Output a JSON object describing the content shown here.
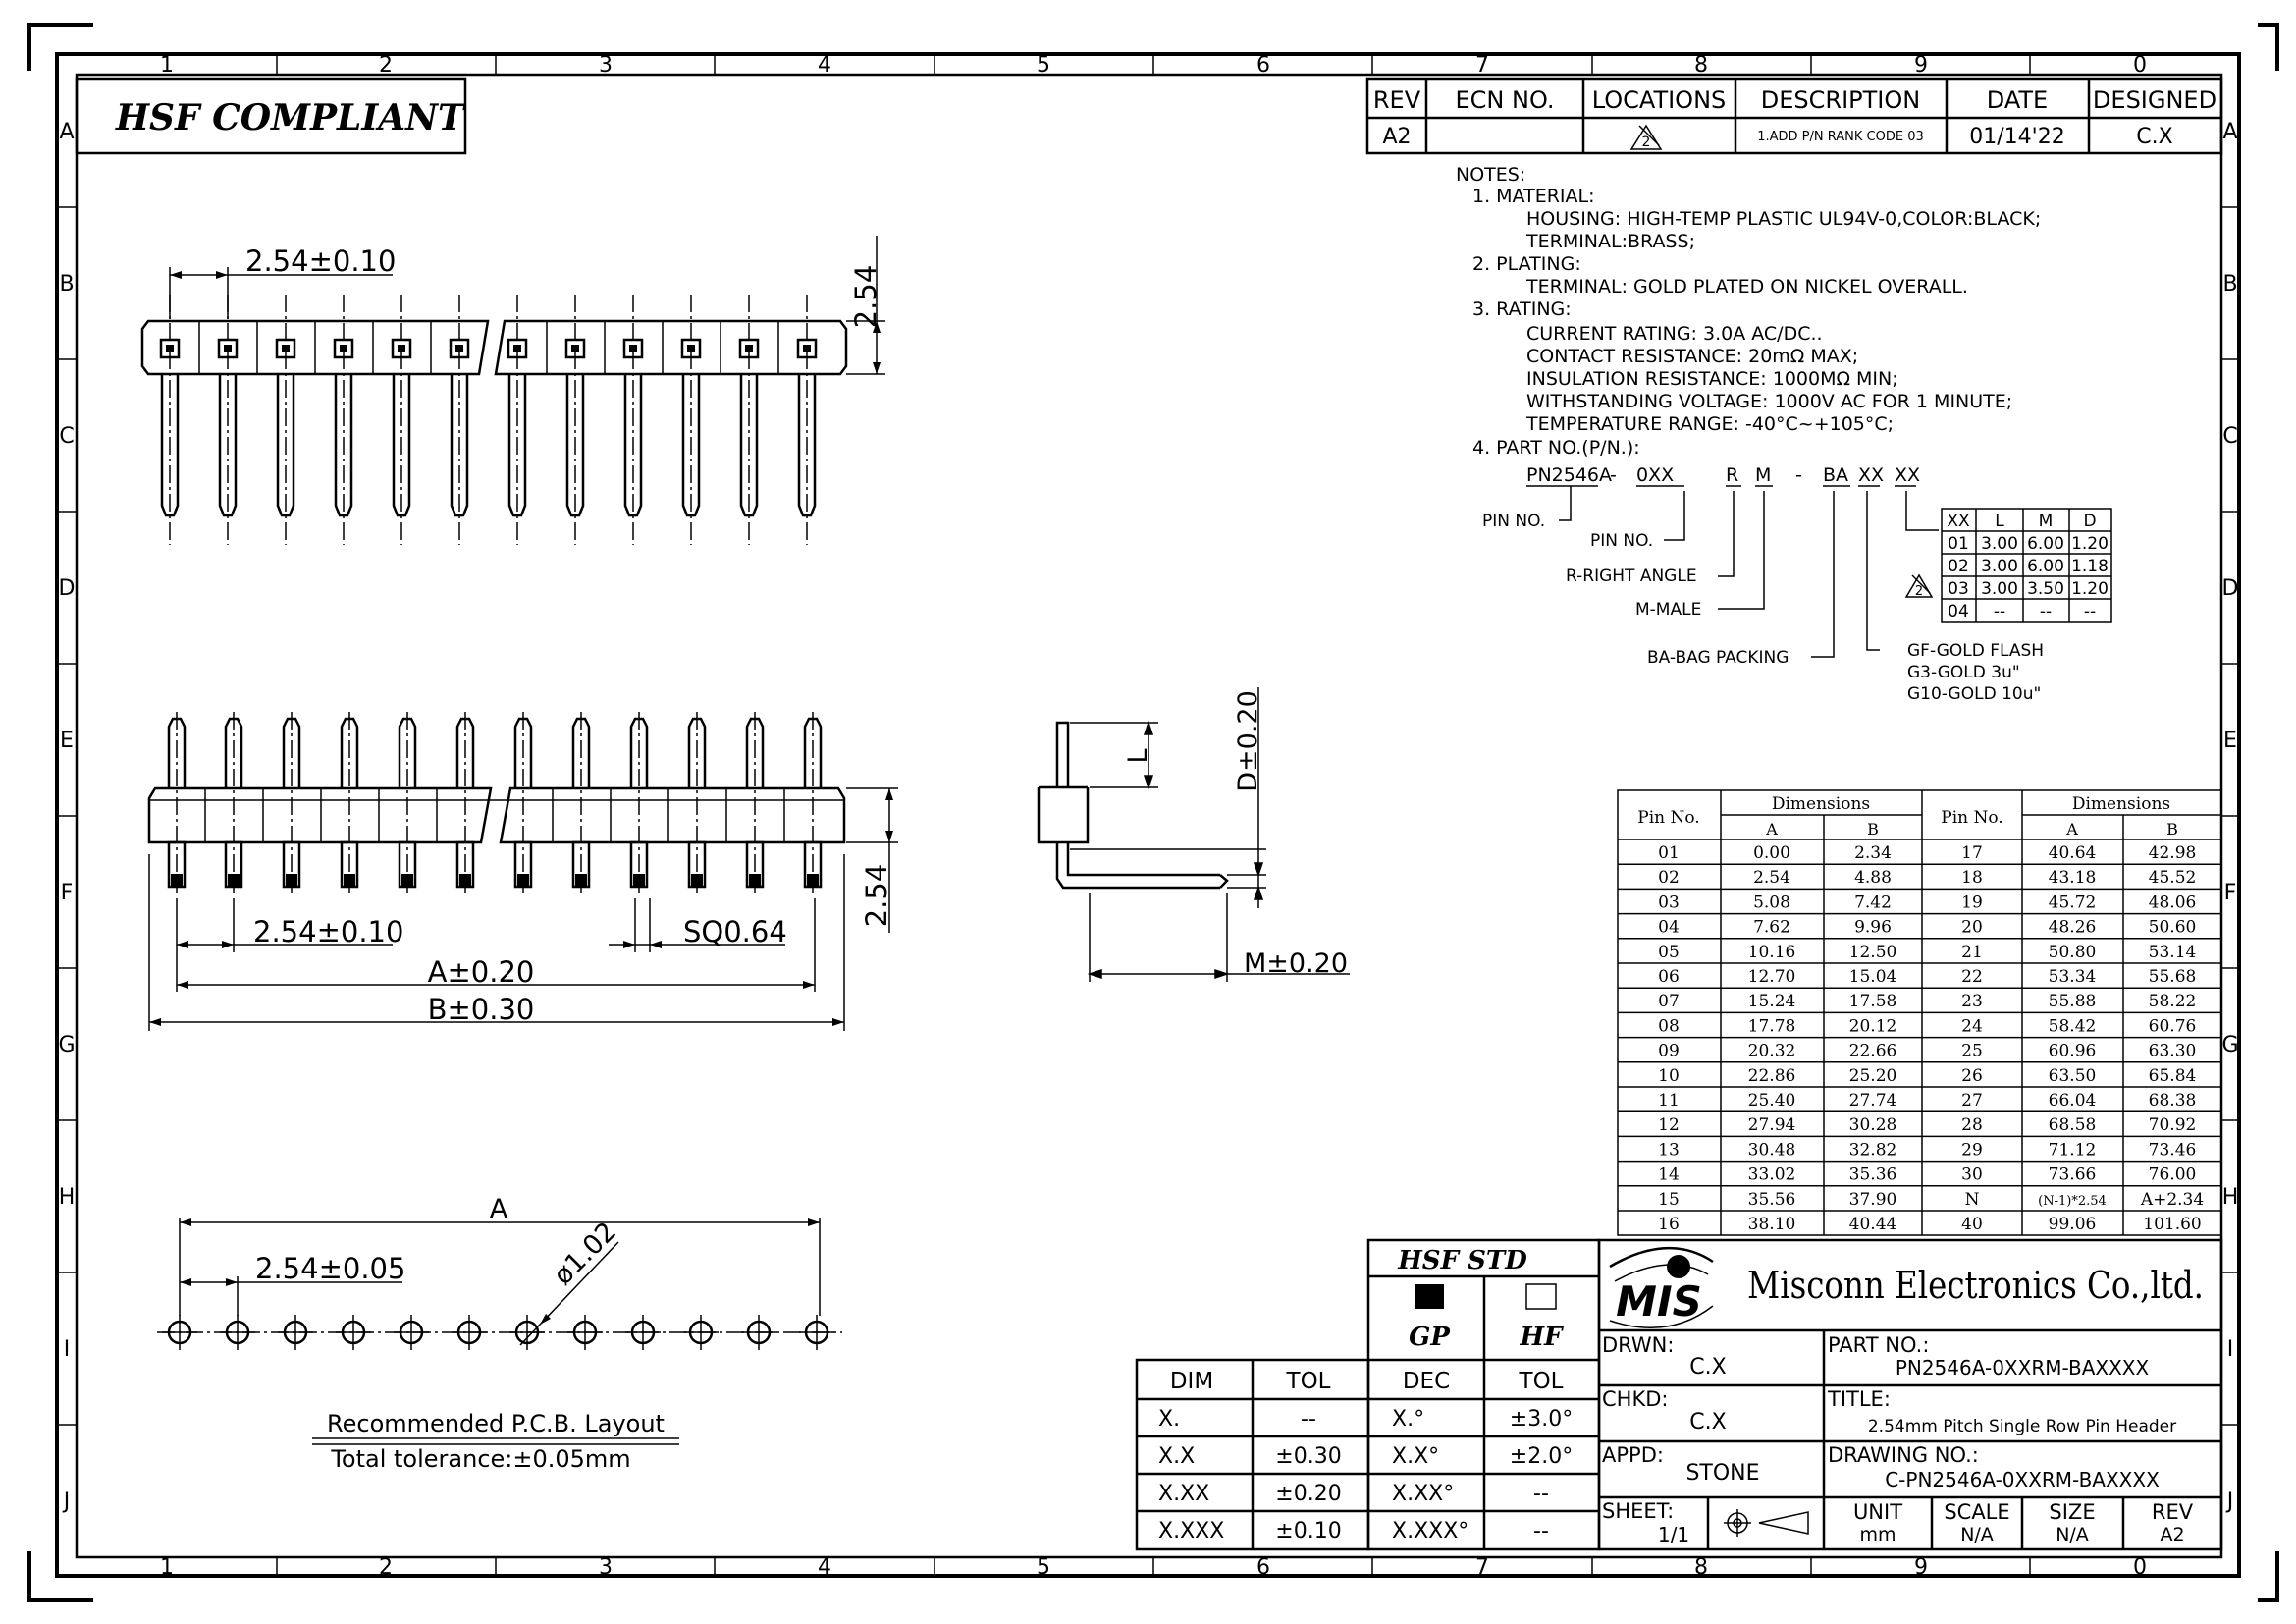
{
  "frame": {
    "col_labels": [
      "1",
      "2",
      "3",
      "4",
      "5",
      "6",
      "7",
      "8",
      "9",
      "0"
    ],
    "row_labels": [
      "A",
      "B",
      "C",
      "D",
      "E",
      "F",
      "G",
      "H",
      "I",
      "J"
    ]
  },
  "compliance_label": "HSF  COMPLIANT",
  "revision": {
    "headers": [
      "REV",
      "ECN  NO.",
      "LOCATIONS",
      "DESCRIPTION",
      "DATE",
      "DESIGNED"
    ],
    "row": {
      "rev": "A2",
      "ecn": "",
      "location_symbol": "2",
      "description": "1.ADD P/N RANK CODE 03",
      "date": "01/14'22",
      "designed": "C.X"
    }
  },
  "notes": [
    "NOTES:",
    "1. MATERIAL:",
    "HOUSING: HIGH-TEMP PLASTIC UL94V-0,COLOR:BLACK;",
    "TERMINAL:BRASS;",
    "2. PLATING:",
    "TERMINAL: GOLD PLATED ON NICKEL OVERALL.",
    "3. RATING:",
    "CURRENT RATING: 3.0A AC/DC..",
    "CONTACT RESISTANCE: 20mΩ MAX;",
    "INSULATION RESISTANCE: 1000MΩ MIN;",
    "WITHSTANDING VOLTAGE: 1000V AC FOR 1 MINUTE;",
    "TEMPERATURE RANGE: -40°C~+105°C;",
    "4. PART NO.(P/N.):"
  ],
  "part_no_breakdown": {
    "code_parts": [
      "PN2546A",
      "-",
      "0XX",
      "R",
      "M",
      "-",
      "BA",
      "XX",
      "XX"
    ],
    "labels": [
      "PIN NO.",
      "PIN NO.",
      "R-RIGHT ANGLE",
      "M-MALE",
      "BA-BAG PACKING"
    ],
    "plating_options": [
      "GF-GOLD FLASH",
      "G3-GOLD 3u\"",
      "G10-GOLD 10u\""
    ]
  },
  "rank_table": {
    "headers": [
      "XX",
      "L",
      "M",
      "D"
    ],
    "rows": [
      [
        "01",
        "3.00",
        "6.00",
        "1.20"
      ],
      [
        "02",
        "3.00",
        "6.00",
        "1.18"
      ],
      [
        "03",
        "3.00",
        "3.50",
        "1.20"
      ],
      [
        "04",
        "--",
        "--",
        "--"
      ]
    ],
    "revision_marker": "2"
  },
  "dims": {
    "top_pitch": "2.54±0.10",
    "top_height": "2.54",
    "front_pitch": "2.54±0.10",
    "sq": "SQ0.64",
    "front_height": "2.54",
    "a": "A±0.20",
    "b": "B±0.30",
    "side_d": "D±0.20",
    "side_l": "L",
    "side_m": "M±0.20",
    "pcb_a": "A",
    "pcb_pitch": "2.54±0.05",
    "pcb_hole": "ø1.02",
    "pcb_title": "Recommended  P.C.B.  Layout",
    "pcb_tol": "Total  tolerance:±0.05mm"
  },
  "dimension_table": {
    "header_pin": "Pin No.",
    "header_dims": "Dimensions",
    "header_a": "A",
    "header_b": "B",
    "rows": [
      [
        "01",
        "0.00",
        "2.34",
        "17",
        "40.64",
        "42.98"
      ],
      [
        "02",
        "2.54",
        "4.88",
        "18",
        "43.18",
        "45.52"
      ],
      [
        "03",
        "5.08",
        "7.42",
        "19",
        "45.72",
        "48.06"
      ],
      [
        "04",
        "7.62",
        "9.96",
        "20",
        "48.26",
        "50.60"
      ],
      [
        "05",
        "10.16",
        "12.50",
        "21",
        "50.80",
        "53.14"
      ],
      [
        "06",
        "12.70",
        "15.04",
        "22",
        "53.34",
        "55.68"
      ],
      [
        "07",
        "15.24",
        "17.58",
        "23",
        "55.88",
        "58.22"
      ],
      [
        "08",
        "17.78",
        "20.12",
        "24",
        "58.42",
        "60.76"
      ],
      [
        "09",
        "20.32",
        "22.66",
        "25",
        "60.96",
        "63.30"
      ],
      [
        "10",
        "22.86",
        "25.20",
        "26",
        "63.50",
        "65.84"
      ],
      [
        "11",
        "25.40",
        "27.74",
        "27",
        "66.04",
        "68.38"
      ],
      [
        "12",
        "27.94",
        "30.28",
        "28",
        "68.58",
        "70.92"
      ],
      [
        "13",
        "30.48",
        "32.82",
        "29",
        "71.12",
        "73.46"
      ],
      [
        "14",
        "33.02",
        "35.36",
        "30",
        "73.66",
        "76.00"
      ],
      [
        "15",
        "35.56",
        "37.90",
        "N",
        "(N-1)*2.54",
        "A+2.34"
      ],
      [
        "16",
        "38.10",
        "40.44",
        "40",
        "99.06",
        "101.60"
      ]
    ]
  },
  "tolerance_table": {
    "headers": [
      "DIM",
      "TOL"
    ],
    "rows": [
      [
        "X.",
        "--"
      ],
      [
        "X.X",
        "±0.30"
      ],
      [
        "X.XX",
        "±0.20"
      ],
      [
        "X.XXX",
        "±0.10"
      ]
    ]
  },
  "hsf_table": {
    "title": "HSF  STD",
    "gp": "GP",
    "hf": "HF",
    "headers": [
      "DEC",
      "TOL"
    ],
    "rows": [
      [
        "X.°",
        "±3.0°"
      ],
      [
        "X.X°",
        "±2.0°"
      ],
      [
        "X.XX°",
        "--"
      ],
      [
        "X.XXX°",
        "--"
      ]
    ]
  },
  "title_block": {
    "logo": "MIS",
    "company": "Misconn Electronics Co.,ltd.",
    "drwn_label": "DRWN:",
    "drwn": "C.X",
    "chkd_label": "CHKD:",
    "chkd": "C.X",
    "appd_label": "APPD:",
    "appd": "STONE",
    "sheet_label": "SHEET:",
    "sheet": "1/1",
    "part_no_label": "PART  NO.:",
    "part_no": "PN2546A-0XXRM-BAXXXX",
    "title_label": "TITLE:",
    "title": "2.54mm Pitch Single Row Pin Header",
    "drawing_no_label": "DRAWING  NO.:",
    "drawing_no": "C-PN2546A-0XXRM-BAXXXX",
    "unit_label": "UNIT",
    "unit": "mm",
    "scale_label": "SCALE",
    "scale": "N/A",
    "size_label": "SIZE",
    "size": "N/A",
    "rev_label": "REV",
    "rev": "A2"
  }
}
